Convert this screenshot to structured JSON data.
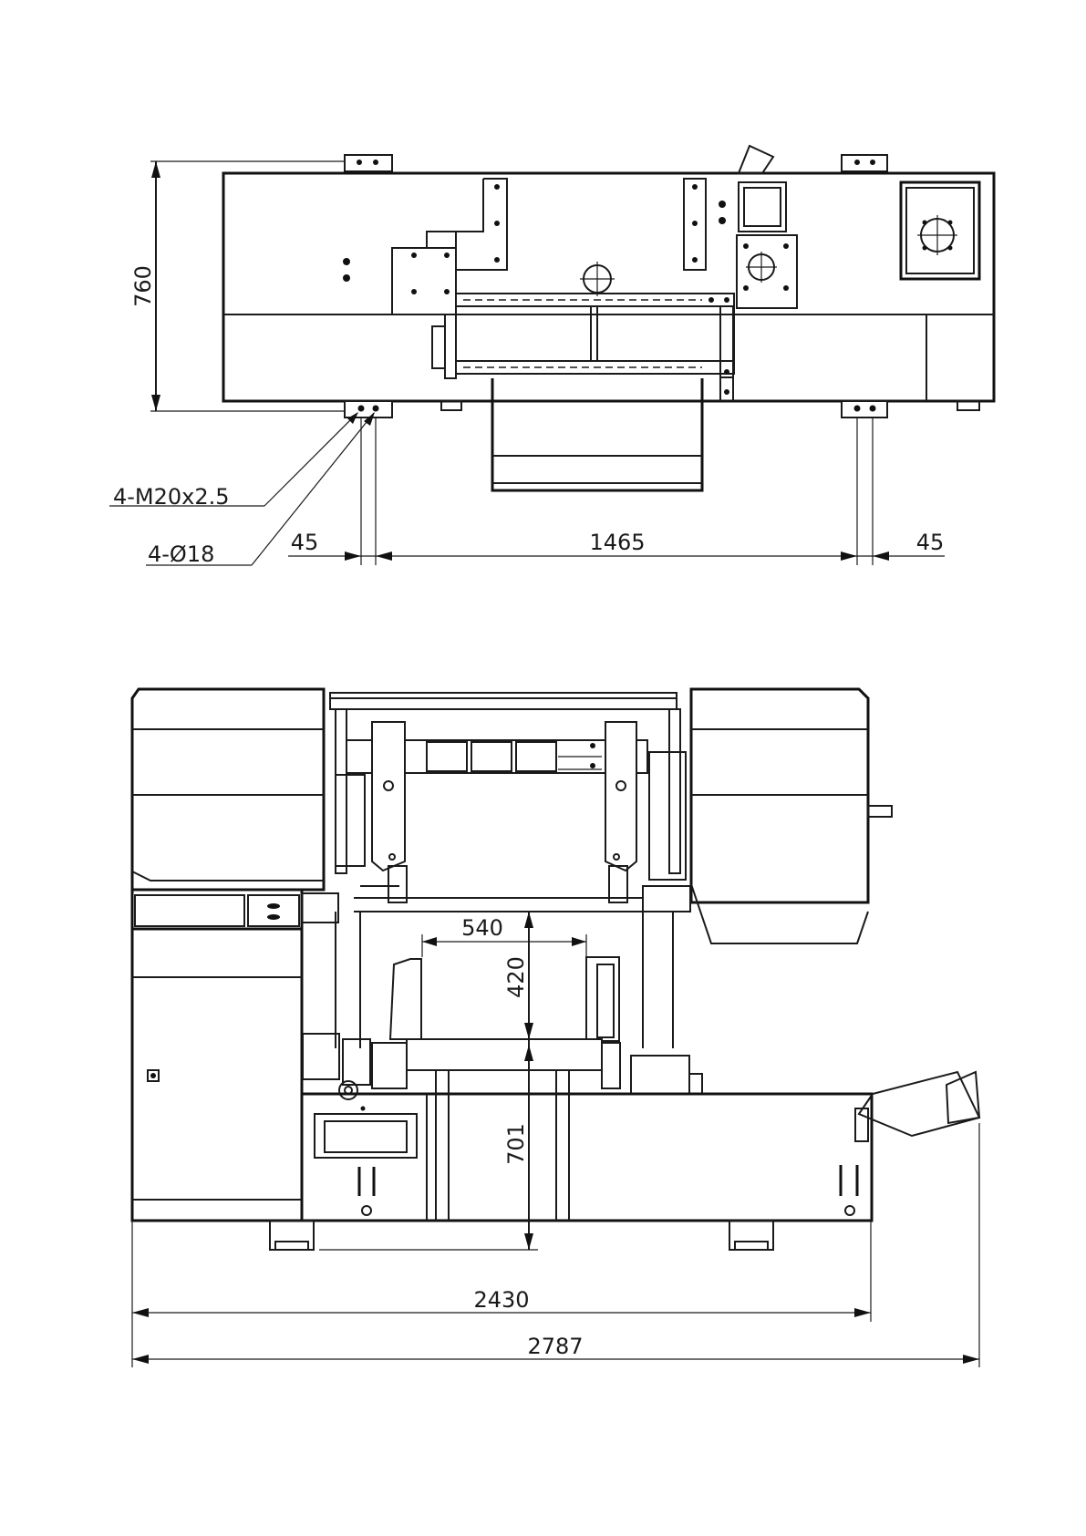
{
  "top_view": {
    "dim_height": "760",
    "dim_span": "1465",
    "dim_left_offset": "45",
    "dim_right_offset": "45",
    "callout_thread": "4-M20x2.5",
    "callout_hole": "4-Ø18"
  },
  "front_view": {
    "dim_width_inner": "540",
    "dim_height_inner": "420",
    "dim_table_height": "701",
    "dim_overall_body": "2430",
    "dim_overall_total": "2787"
  }
}
